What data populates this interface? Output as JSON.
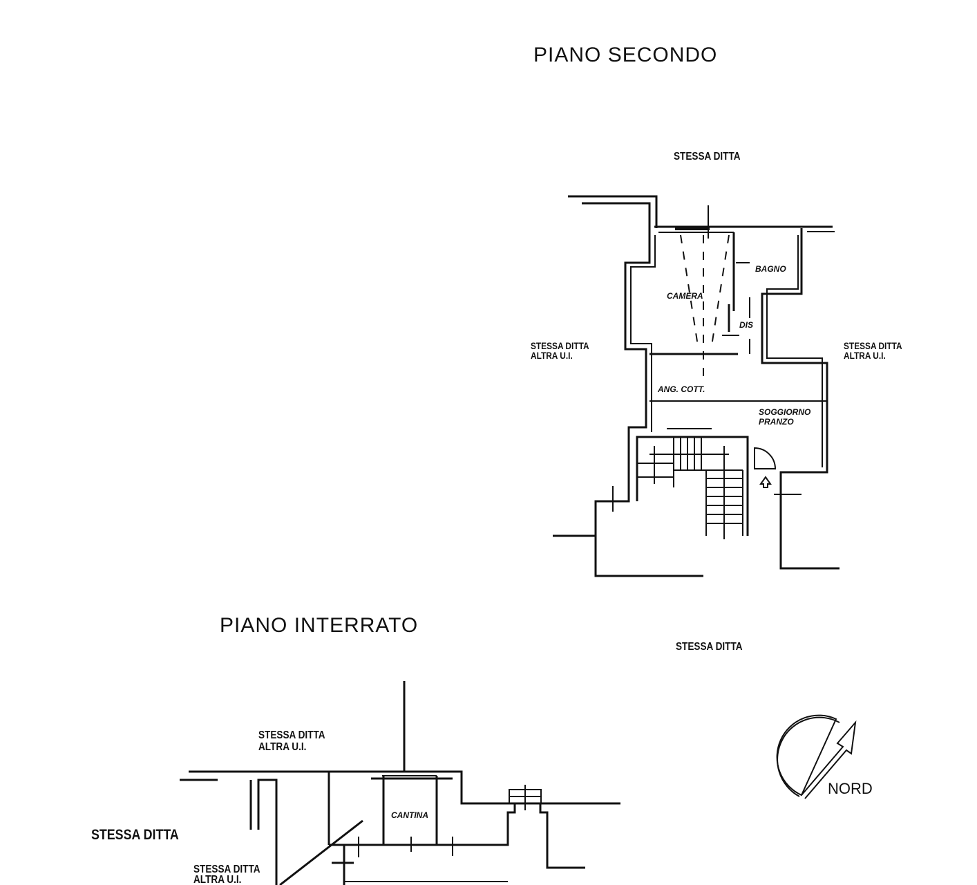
{
  "floor_second": {
    "title": "PIANO SECONDO",
    "neighbor_top": "STESSA DITTA",
    "neighbor_left": [
      "STESSA DITTA",
      "ALTRA U.I."
    ],
    "neighbor_right": [
      "STESSA DITTA",
      "ALTRA U.I."
    ],
    "rooms": {
      "camera": "CAMERA",
      "bagno": "BAGNO",
      "dis": "DIS",
      "ang_cott": "ANG. COTT.",
      "soggiorno": [
        "SOGGIORNO",
        "PRANZO"
      ]
    }
  },
  "floor_basement": {
    "title": "PIANO INTERRATO",
    "neighbor_top_right": "STESSA DITTA",
    "neighbor_top": [
      "STESSA DITTA",
      "ALTRA U.I."
    ],
    "neighbor_left": "STESSA DITTA",
    "neighbor_bottom_left": [
      "STESSA DITTA",
      "ALTRA U.I."
    ],
    "rooms": {
      "cantina": "CANTINA"
    }
  },
  "compass": {
    "label": "NORD"
  }
}
